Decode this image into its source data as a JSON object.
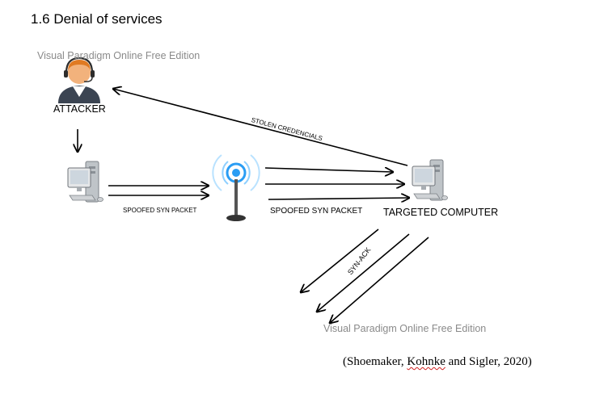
{
  "heading": "1.6 Denial of services",
  "watermark": "Visual Paradigm Online Free Edition",
  "nodes": {
    "attacker": "ATTACKER",
    "target": "TARGETED COMPUTER"
  },
  "edges": {
    "spoofed_1": "SPOOFED SYN PACKET",
    "spoofed_2": "SPOOFED SYN PACKET",
    "stolen": "STOLEN CREDENCIALS",
    "synack": "SYN-ACK"
  },
  "citation": {
    "before": "(Shoemaker, ",
    "flagged": "Kohnke",
    "after": " and Sigler, 2020)"
  },
  "icons": [
    "attacker-avatar-icon",
    "computer-icon",
    "wifi-router-icon"
  ],
  "colors": {
    "avatar_skin": "#f2b27c",
    "avatar_body": "#3b4452",
    "wifi_blue": "#2a9df4",
    "watermark": "#8a8a8a"
  }
}
